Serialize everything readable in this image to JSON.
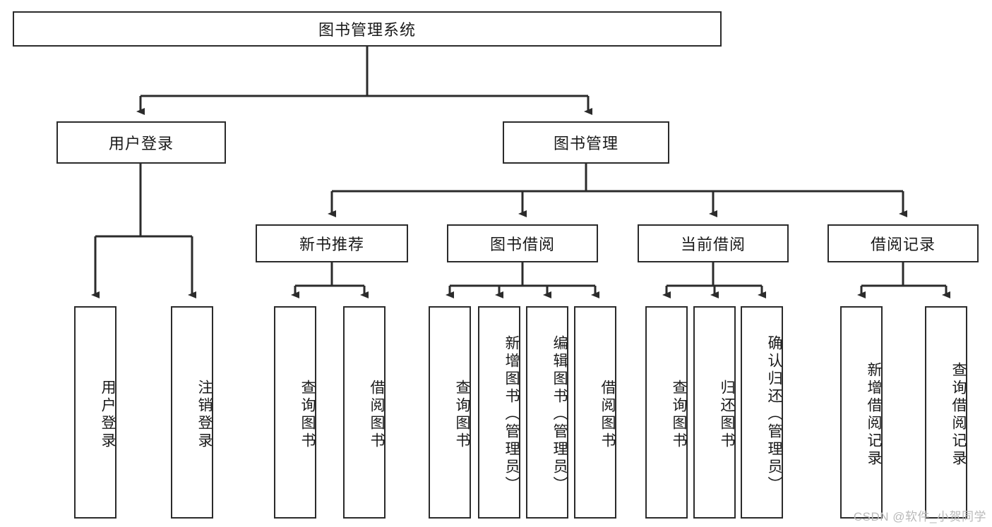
{
  "diagram": {
    "type": "tree-hierarchy-chart",
    "title": "图书管理系统",
    "theme": {
      "background": "#ffffff",
      "box_border": "#2b2b2b",
      "box_fill": "#ffffff",
      "text": "#1a1a1a",
      "connector": "#2b2b2b",
      "watermark": "#b9b9b9"
    },
    "root": {
      "label": "图书管理系统"
    },
    "level2": [
      {
        "label": "用户登录"
      },
      {
        "label": "图书管理"
      }
    ],
    "level3": [
      {
        "label": "新书推荐"
      },
      {
        "label": "图书借阅"
      },
      {
        "label": "当前借阅"
      },
      {
        "label": "借阅记录"
      }
    ],
    "leaves": {
      "user_login": [
        {
          "label": "用户登录"
        },
        {
          "label": "注销登录"
        }
      ],
      "new_book_recommend": [
        {
          "label": "查询图书"
        },
        {
          "label": "借阅图书"
        }
      ],
      "book_borrow": [
        {
          "label": "查询图书"
        },
        {
          "label": "新增图书（管理员）"
        },
        {
          "label": "编辑图书（管理员）"
        },
        {
          "label": "借阅图书"
        }
      ],
      "current_borrow": [
        {
          "label": "查询图书"
        },
        {
          "label": "归还图书"
        },
        {
          "label": "确认归还（管理员）"
        }
      ],
      "borrow_record": [
        {
          "label": "新增借阅记录"
        },
        {
          "label": "查询借阅记录"
        }
      ]
    }
  },
  "watermark": {
    "text": "CSDN @软件_小贺同学"
  }
}
